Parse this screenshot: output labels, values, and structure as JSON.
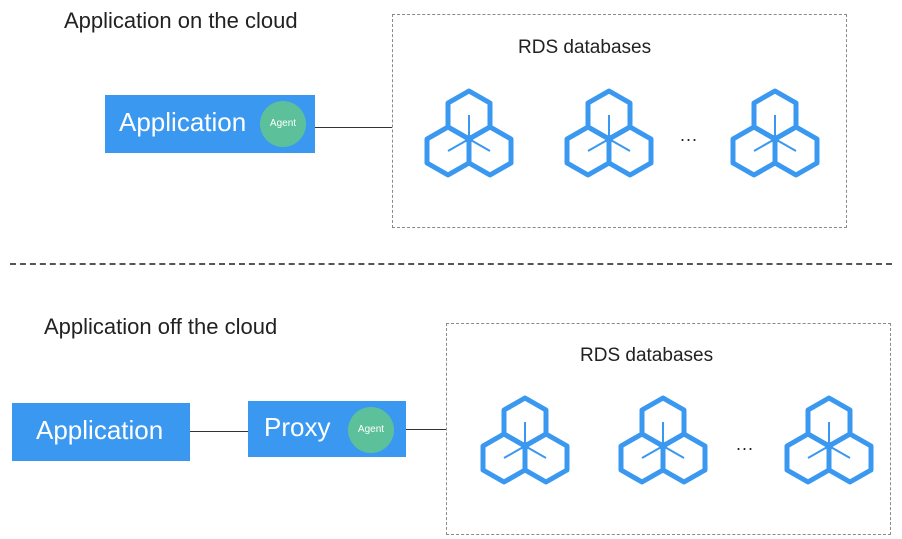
{
  "top": {
    "title": "Application on the cloud",
    "application_label": "Application",
    "agent_label": "Agent",
    "group_label": "RDS databases",
    "ellipsis": "..."
  },
  "bottom": {
    "title": "Application off the cloud",
    "application_label": "Application",
    "proxy_label": "Proxy",
    "agent_label": "Agent",
    "group_label": "RDS databases",
    "ellipsis": "..."
  },
  "colors": {
    "box_blue": "#3a98f0",
    "agent_green": "#5cc19a",
    "icon_blue": "#3a98f0"
  },
  "icons": {
    "database": "rds-database-icon"
  }
}
